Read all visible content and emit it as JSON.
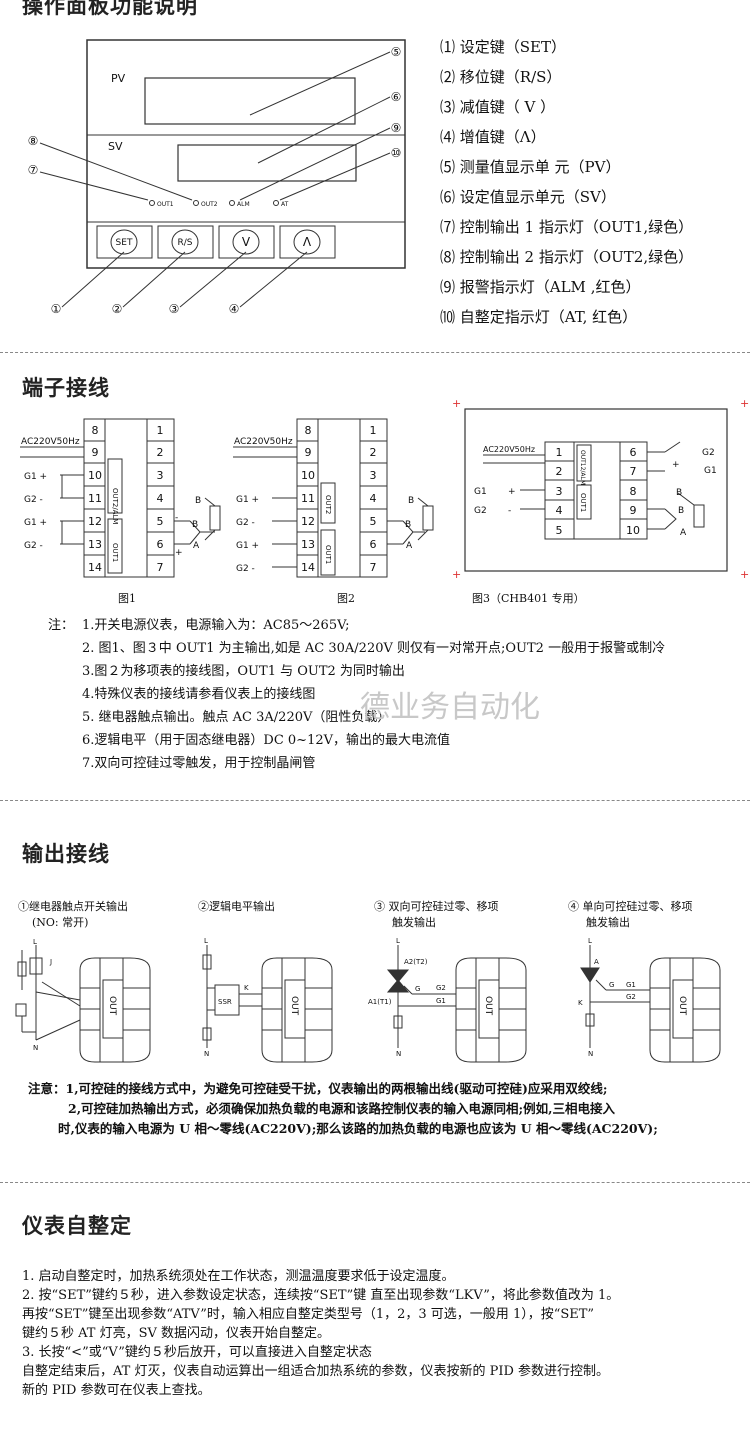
{
  "panel": {
    "title": "操作面板功能说明",
    "pv_label": "PV",
    "sv_label": "SV",
    "indicators": [
      "OUT1",
      "OUT2",
      "ALM",
      "AT"
    ],
    "buttons": [
      "SET",
      "R/S",
      "V",
      "Λ"
    ],
    "callouts": [
      "①",
      "②",
      "③",
      "④",
      "⑤",
      "⑥",
      "⑦",
      "⑧",
      "⑨",
      "⑩"
    ],
    "functions": [
      "⑴ 设定键（SET）",
      "⑵ 移位键（R/S）",
      "⑶ 减值键（ V ）",
      "⑷ 增值键（Λ）",
      "⑸ 测量值显示单 元（PV）",
      "⑹ 设定值显示单元（SV）",
      "⑺ 控制输出 1 指示灯（OUT1,绿色）",
      "⑻ 控制输出 2 指示灯（OUT2,绿色）",
      "⑼ 报警指示灯（ALM ,红色）",
      "⑽ 自整定指示灯（AT, 红色）"
    ]
  },
  "wiring": {
    "title": "端子接线",
    "ac_label": "AC220V50Hz",
    "ac_label3": "AC220V50Hz",
    "g1": "G1",
    "g2": "G2",
    "out_all": "OUT2/ALM",
    "out1": "OUT1",
    "out2": "OUT2",
    "out12": "OUT12/ALM",
    "fig1": "图1",
    "fig2": "图2",
    "fig3": "图3（CHB401 专用）",
    "left_terms": [
      "8",
      "9",
      "10",
      "11",
      "12",
      "13",
      "14"
    ],
    "right_terms": [
      "1",
      "2",
      "3",
      "4",
      "5",
      "6",
      "7"
    ],
    "fig3_left": [
      "1",
      "2",
      "3",
      "4",
      "5"
    ],
    "fig3_right": [
      "6",
      "7",
      "8",
      "9",
      "10"
    ],
    "notes_label": "注：",
    "notes": [
      "1.开关电源仪表，电源输入为：AC85～265V;",
      "2. 图1、图３中 OUT1 为主输出,如是 AC 30A/220V 则仅有一对常开点;OUT2 一般用于报警或制冷",
      "3.图２为移项表的接线图，OUT1 与 OUT2 为同时输出",
      "4.特殊仪表的接线请参看仪表上的接线图",
      "5.  继电器触点输出。触点 AC 3A/220V（阻性负载）",
      "6.逻辑电平（用于固态继电器）DC   0~12V，输出的最大电流值",
      "7.双向可控硅过零触发，用于控制晶闸管"
    ],
    "watermark": "德业务自动化"
  },
  "output": {
    "title": "输出接线",
    "types": [
      "①继电器触点开关输出",
      "(NO: 常开)",
      "②逻辑电平输出",
      "③  双向可控硅过零、移项",
      "触发输出",
      "④  单向可控硅过零、移项",
      "触发输出"
    ],
    "small": {
      "L": "L",
      "N": "N",
      "J": "J",
      "SSR": "SSR",
      "OUT": "OUT",
      "G1": "G1",
      "G2": "G2",
      "K": "K",
      "A2": "A2(T2)",
      "A1": "A1(T1)",
      "G": "G",
      "A": "A"
    },
    "warnings": [
      "注意：1,可控硅的接线方式中，为避免可控硅受干扰，仪表输出的两根输出线(驱动可控硅)应采用双绞线;",
      "2,可控硅加热输出方式，必须确保加热负载的电源和该路控制仪表的输入电源同相;例如,三相电接入",
      "时,仪表的输入电源为 U 相～零线(AC220V);那么该路的加热负载的电源也应该为 U 相～零线(AC220V);"
    ]
  },
  "autotune": {
    "title": "仪表自整定",
    "lines": [
      "1.      启动自整定时，加热系统须处在工作状态，测温温度要求低于设定温度。",
      "2.      按“SET”键约５秒，进入参数设定状态，连续按“SET”键 直至出现参数“LKV”，将此参数值改为 1。",
      "         再按“SET”键至出现参数“ATV”时，输入相应自整定类型号（1，2，3 可选，一般用 1），按“SET”",
      "         键约５秒 AT 灯亮，SV 数据闪动，仪表开始自整定。",
      "3.      长按“<”或“V”键约５秒后放开，可以直接进入自整定状态",
      "         自整定结束后，AT 灯灭，仪表自动运算出一组适合加热系统的参数，仪表按新的 PID 参数进行控制。",
      "新的 PID 参数可在仪表上查找。"
    ]
  }
}
